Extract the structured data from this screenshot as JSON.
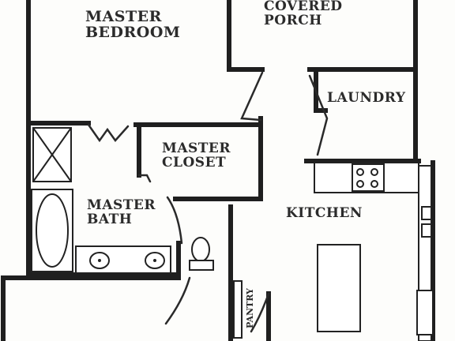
{
  "rooms": {
    "master_bedroom": {
      "line1": "MASTER",
      "line2": "BEDROOM"
    },
    "covered_porch": {
      "line1": "COVERED",
      "line2": "PORCH"
    },
    "laundry": {
      "label": "LAUNDRY"
    },
    "master_closet": {
      "line1": "MASTER",
      "line2": "CLOSET"
    },
    "master_bath": {
      "line1": "MASTER",
      "line2": "BATH"
    },
    "kitchen": {
      "label": "KITCHEN"
    },
    "pantry": {
      "label": "PANTRY"
    }
  }
}
